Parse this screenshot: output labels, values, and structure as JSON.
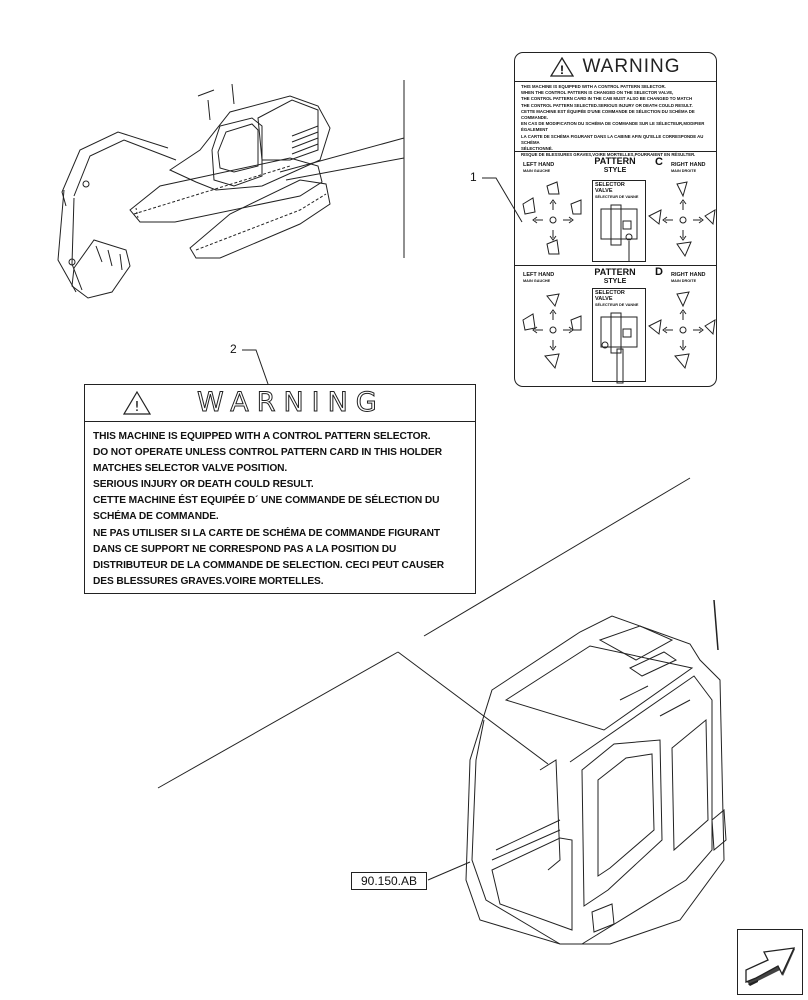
{
  "callouts": {
    "item1": "1",
    "item2": "2"
  },
  "small_decal": {
    "heading": "WARNING",
    "text_lines": [
      "THIS MACHINE IS EQUIPPED WITH A CONTROL PATTERN SELECTOR.",
      "WHEN THE CONTROL PATTERN IS CHANGED ON THE SELECTOR VALVE,",
      "THE CONTROL PATTERN CARD IN THE CAB MUST ALSO BE CHANGED TO MATCH",
      "THE CONTROL PATTERN SELECTED.SERIOUS INJURY OR DEATH COULD RESULT.",
      "CETTE MACHINE EST ÉQUIPÉE D'UNE COMMANDE DE SÉLECTION DU SCHÉMA DE COMMANDE.",
      "EN CAS DE MODIFICATION DU SCHÉMA DE COMMANDE SUR LE SÉLECTEUR,MODIFIER ÉGALEMENT",
      "LA CARTE DE SCHÉMA FIGURANT DANS LA CABINE AFIN QU'ELLE CORRESPONDE AU SCHÉMA",
      "SÉLECTIONNÉ.",
      "RISQUE DE BLESSURES GRAVES,VOIRE MORTELLES,POURRAIENT EN RÉSULTER."
    ],
    "panels": [
      {
        "pattern_label": "PATTERN",
        "style_label": "STYLE",
        "letter": "C",
        "left_hand": "LEFT HAND",
        "left_hand_fr": "MAIN GAUCHE",
        "right_hand": "RIGHT HAND",
        "right_hand_fr": "MAIN DROITE",
        "selector_valve": "SELECTOR VALVE",
        "selector_valve_fr": "SÉLECTEUR DE VANNE"
      },
      {
        "pattern_label": "PATTERN",
        "style_label": "STYLE",
        "letter": "D",
        "left_hand": "LEFT HAND",
        "left_hand_fr": "MAIN GAUCHE",
        "right_hand": "RIGHT HAND",
        "right_hand_fr": "MAIN DROITE",
        "selector_valve": "SELECTOR VALVE",
        "selector_valve_fr": "SÉLECTEUR DE VANNE"
      }
    ]
  },
  "big_decal": {
    "heading": "WARNING",
    "lines": [
      "THIS MACHINE IS EQUIPPED WITH A CONTROL PATTERN SELECTOR.",
      "DO NOT OPERATE UNLESS CONTROL PATTERN CARD IN THIS HOLDER",
      "MATCHES SELECTOR VALVE POSITION.",
      "SERIOUS INJURY OR DEATH COULD RESULT.",
      "CETTE MACHINE ÉST EQUIPÉE D´ UNE COMMANDE DE SÉLECTION DU",
      "SCHÉMA DE COMMANDE.",
      "NE PAS UTILISER SI LA CARTE DE SCHÉMA DE COMMANDE FIGURANT",
      "DANS CE SUPPORT NE CORRESPOND PAS A LA POSITION DU",
      "DISTRIBUTEUR DE LA COMMANDE DE SELECTION. CECI PEUT CAUSER",
      "DES BLESSURES GRAVES.VOIRE MORTELLES."
    ]
  },
  "reference_box": "90.150.AB",
  "icons": {
    "warning": "warning-triangle-icon",
    "nav": "next-page-arrow-icon"
  }
}
